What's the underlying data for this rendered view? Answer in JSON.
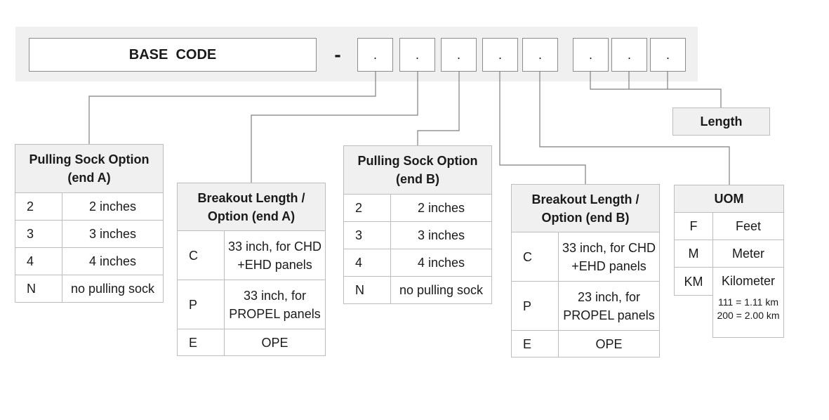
{
  "header": {
    "base_code": "BASE  CODE",
    "separator": "-",
    "slots": [
      ".",
      ".",
      ".",
      ".",
      ".",
      ".",
      ".",
      "."
    ]
  },
  "length_label": "Length",
  "pulling_a": {
    "title_line1": "Pulling Sock Option",
    "title_line2": "(end A)",
    "rows": [
      {
        "code": "2",
        "desc": "2 inches"
      },
      {
        "code": "3",
        "desc": "3 inches"
      },
      {
        "code": "4",
        "desc": "4 inches"
      },
      {
        "code": "N",
        "desc": "no pulling sock"
      }
    ]
  },
  "breakout_a": {
    "title_line1": "Breakout Length /",
    "title_line2": "Option (end A)",
    "rows": [
      {
        "code": "C",
        "line1": "33 inch, for CHD",
        "line2": "+EHD panels"
      },
      {
        "code": "P",
        "line1": "33 inch, for",
        "line2": "PROPEL panels"
      },
      {
        "code": "E",
        "line1": "OPE",
        "line2": ""
      }
    ]
  },
  "pulling_b": {
    "title_line1": "Pulling Sock Option",
    "title_line2": "(end B)",
    "rows": [
      {
        "code": "2",
        "desc": "2 inches"
      },
      {
        "code": "3",
        "desc": "3 inches"
      },
      {
        "code": "4",
        "desc": "4 inches"
      },
      {
        "code": "N",
        "desc": "no pulling sock"
      }
    ]
  },
  "breakout_b": {
    "title_line1": "Breakout Length /",
    "title_line2": "Option (end B)",
    "rows": [
      {
        "code": "C",
        "line1": "33 inch, for CHD",
        "line2": "+EHD panels"
      },
      {
        "code": "P",
        "line1": "23 inch, for",
        "line2": "PROPEL panels"
      },
      {
        "code": "E",
        "line1": "OPE",
        "line2": ""
      }
    ]
  },
  "uom": {
    "title": "UOM",
    "rows": [
      {
        "code": "F",
        "desc": "Feet"
      },
      {
        "code": "M",
        "desc": "Meter"
      },
      {
        "code": "KM",
        "desc": "Kilometer"
      }
    ],
    "note_line1": "111 = 1.11 km",
    "note_line2": "200 = 2.00 km"
  }
}
